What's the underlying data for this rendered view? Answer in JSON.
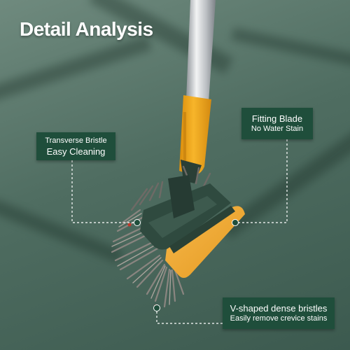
{
  "title": "Detail Analysis",
  "callouts": {
    "transverse": {
      "line1": "Transverse Bristle",
      "line2": "Easy Cleaning"
    },
    "blade": {
      "line1": "Fitting Blade",
      "line2": "No Water Stain"
    },
    "vshaped": {
      "line1": "V-shaped dense bristles",
      "line2": "Easily remove crevice stains"
    }
  },
  "colors": {
    "background": "#4f6d61",
    "label_bg": "#1f4e3b",
    "handle_yellow": "#f2a91f",
    "head_green": "#2f4a3f",
    "steel": "#c9ccce"
  }
}
